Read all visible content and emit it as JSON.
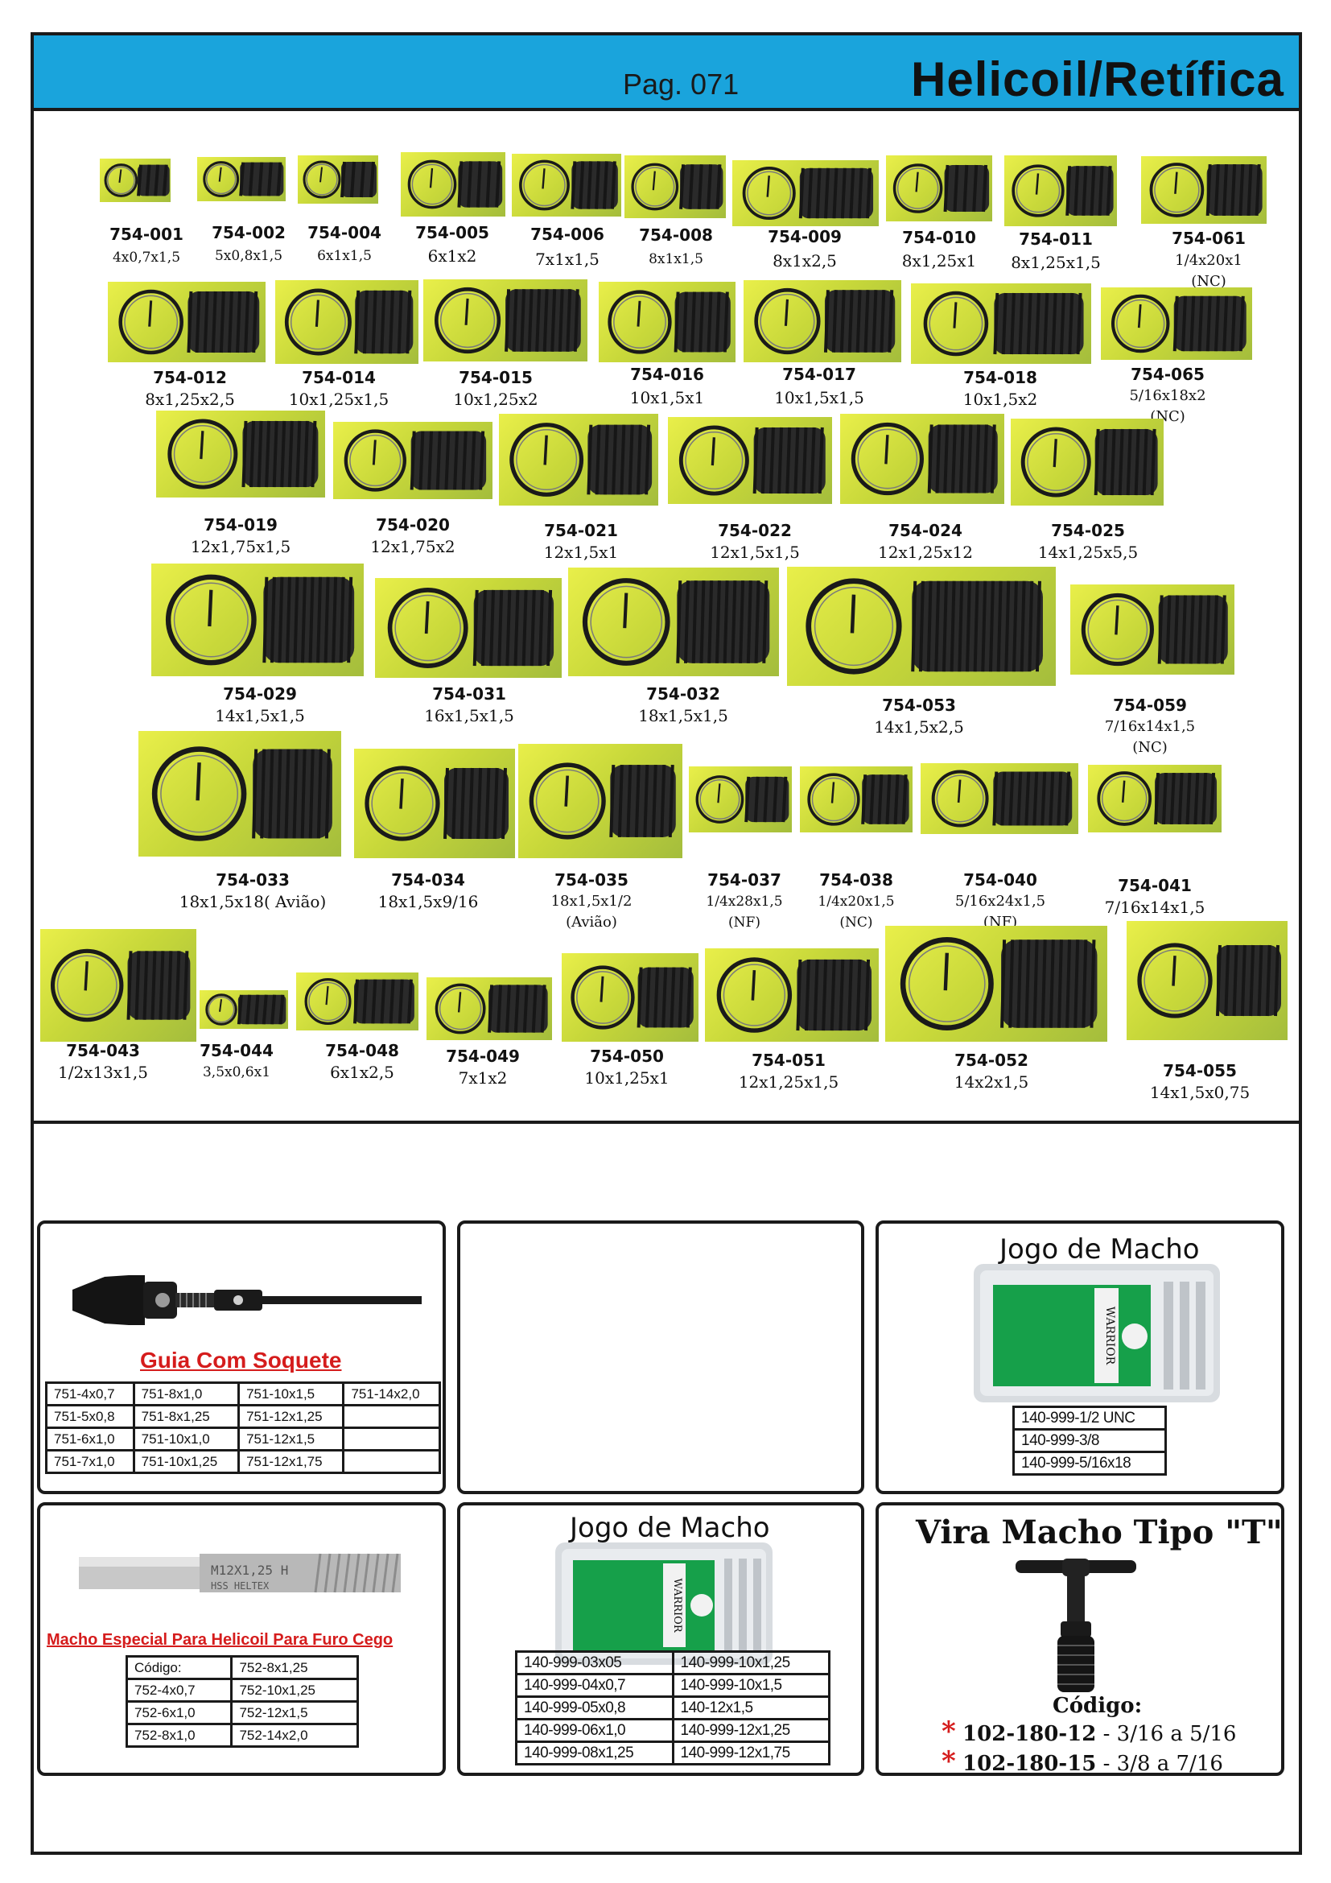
{
  "header": {
    "page": "Pag. 071",
    "title": "Helicoil/Retífica"
  },
  "items": [
    {
      "code": "754-001",
      "spec": [
        "4x0,7x1,5"
      ]
    },
    {
      "code": "754-002",
      "spec": [
        "5x0,8x1,5"
      ]
    },
    {
      "code": "754-004",
      "spec": [
        "6x1x1,5"
      ]
    },
    {
      "code": "754-005",
      "spec": [
        "6x1x2"
      ]
    },
    {
      "code": "754-006",
      "spec": [
        "7x1x1,5"
      ]
    },
    {
      "code": "754-008",
      "spec": [
        "8x1x1,5"
      ]
    },
    {
      "code": "754-009",
      "spec": [
        "8x1x2,5"
      ]
    },
    {
      "code": "754-010",
      "spec": [
        "8x1,25x1"
      ]
    },
    {
      "code": "754-011",
      "spec": [
        "8x1,25x1,5"
      ]
    },
    {
      "code": "754-061",
      "spec": [
        "1/4x20x1",
        "(NC)"
      ]
    },
    {
      "code": "754-012",
      "spec": [
        "8x1,25x2,5"
      ]
    },
    {
      "code": "754-014",
      "spec": [
        "10x1,25x1,5"
      ]
    },
    {
      "code": "754-015",
      "spec": [
        "10x1,25x2"
      ]
    },
    {
      "code": "754-016",
      "spec": [
        "10x1,5x1"
      ]
    },
    {
      "code": "754-017",
      "spec": [
        "10x1,5x1,5"
      ]
    },
    {
      "code": "754-018",
      "spec": [
        "10x1,5x2"
      ]
    },
    {
      "code": "754-065",
      "spec": [
        "5/16x18x2",
        "(NC)"
      ]
    },
    {
      "code": "754-019",
      "spec": [
        "12x1,75x1,5"
      ]
    },
    {
      "code": "754-020",
      "spec": [
        "12x1,75x2"
      ]
    },
    {
      "code": "754-021",
      "spec": [
        "12x1,5x1"
      ]
    },
    {
      "code": "754-022",
      "spec": [
        "12x1,5x1,5"
      ]
    },
    {
      "code": "754-024",
      "spec": [
        "12x1,25x12"
      ]
    },
    {
      "code": "754-025",
      "spec": [
        "14x1,25x5,5"
      ]
    },
    {
      "code": "754-029",
      "spec": [
        "14x1,5x1,5"
      ]
    },
    {
      "code": "754-031",
      "spec": [
        "16x1,5x1,5"
      ]
    },
    {
      "code": "754-032",
      "spec": [
        "18x1,5x1,5"
      ]
    },
    {
      "code": "754-053",
      "spec": [
        "14x1,5x2,5"
      ]
    },
    {
      "code": "754-059",
      "spec": [
        "7/16x14x1,5",
        "(NC)"
      ]
    },
    {
      "code": "754-033",
      "spec": [
        "18x1,5x18( Avião)"
      ]
    },
    {
      "code": "754-034",
      "spec": [
        "18x1,5x9/16"
      ]
    },
    {
      "code": "754-035",
      "spec": [
        "18x1,5x1/2",
        "(Avião)"
      ]
    },
    {
      "code": "754-037",
      "spec": [
        "1/4x28x1,5",
        "(NF)"
      ]
    },
    {
      "code": "754-038",
      "spec": [
        "1/4x20x1,5",
        "(NC)"
      ]
    },
    {
      "code": "754-040",
      "spec": [
        "5/16x24x1,5",
        "(NF)"
      ]
    },
    {
      "code": "754-041",
      "spec": [
        "7/16x14x1,5"
      ]
    },
    {
      "code": "754-043",
      "spec": [
        "1/2x13x1,5"
      ]
    },
    {
      "code": "754-044",
      "spec": [
        "3,5x0,6x1"
      ]
    },
    {
      "code": "754-048",
      "spec": [
        "6x1x2,5"
      ]
    },
    {
      "code": "754-049",
      "spec": [
        "7x1x2"
      ]
    },
    {
      "code": "754-050",
      "spec": [
        "10x1,25x1"
      ]
    },
    {
      "code": "754-051",
      "spec": [
        "12x1,25x1,5"
      ]
    },
    {
      "code": "754-052",
      "spec": [
        "14x2x1,5"
      ]
    },
    {
      "code": "754-055",
      "spec": [
        "14x1,5x0,75"
      ]
    }
  ],
  "guia": {
    "title": "Guia Com Soquete",
    "rows": [
      [
        "751-4x0,7",
        "751-8x1,0",
        "751-10x1,5",
        "751-14x2,0"
      ],
      [
        "751-5x0,8",
        "751-8x1,25",
        "751-12x1,25",
        ""
      ],
      [
        "751-6x1,0",
        "751-10x1,0",
        "751-12x1,5",
        ""
      ],
      [
        "751-7x1,0",
        "751-10x1,25",
        "751-12x1,75",
        ""
      ]
    ]
  },
  "jogo_top": {
    "title": "Jogo de Macho",
    "box_label": "WARRIOR",
    "rows": [
      "140-999-1/2 UNC",
      "140-999-3/8",
      "140-999-5/16x18"
    ]
  },
  "macho": {
    "tap_text": "M12X1,25 H",
    "tap_text2": "HSS HELTEX",
    "title": "Macho Especial Para Helicoil Para Furo Cego",
    "rows": [
      [
        "Código:",
        "752-8x1,25"
      ],
      [
        "752-4x0,7",
        "752-10x1,25"
      ],
      [
        "752-6x1,0",
        "752-12x1,5"
      ],
      [
        "752-8x1,0",
        "752-14x2,0"
      ]
    ]
  },
  "jogo_mid": {
    "title": "Jogo de Macho",
    "box_label": "WARRIOR",
    "rows": [
      [
        "140-999-03x05",
        "140-999-10x1,25"
      ],
      [
        "140-999-04x0,7",
        "140-999-10x1,5"
      ],
      [
        "140-999-05x0,8",
        "140-12x1,5"
      ],
      [
        "140-999-06x1,0",
        "140-999-12x1,25"
      ],
      [
        "140-999-08x1,25",
        "140-999-12x1,75"
      ]
    ]
  },
  "vira": {
    "title": "Vira Macho Tipo \"T\"",
    "code_label": "Código:",
    "lines": [
      {
        "star": "*",
        "code": "102-180-12",
        "range": " - 3/16 a 5/16"
      },
      {
        "star": "*",
        "code": "102-180-15",
        "range": " -  3/8 a 7/16"
      }
    ]
  }
}
